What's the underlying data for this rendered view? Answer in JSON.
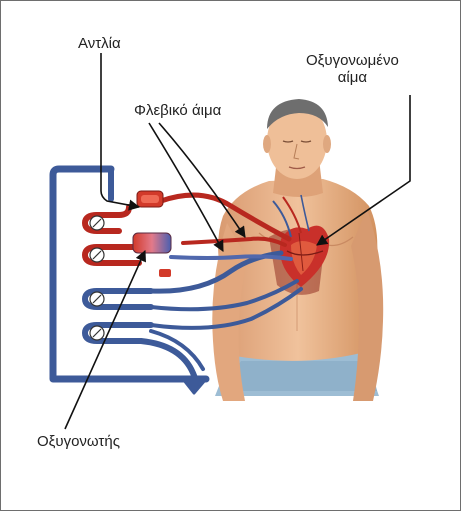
{
  "labels": {
    "pump": "Αντλία",
    "venous_blood": "Φλεβικό άιμα",
    "oxygenated_blood_line1": "Οξυγονωμένο",
    "oxygenated_blood_line2": "αίμα",
    "oxygenator": "Οξυγονωτής"
  },
  "colors": {
    "venous_tube": "#3d5a99",
    "arterial_tube": "#b8281f",
    "skin": "#e8b48c",
    "skin_shadow": "#c98a62",
    "heart": "#c9302a",
    "pants": "#8fb2cc",
    "leader_line": "#111111"
  }
}
